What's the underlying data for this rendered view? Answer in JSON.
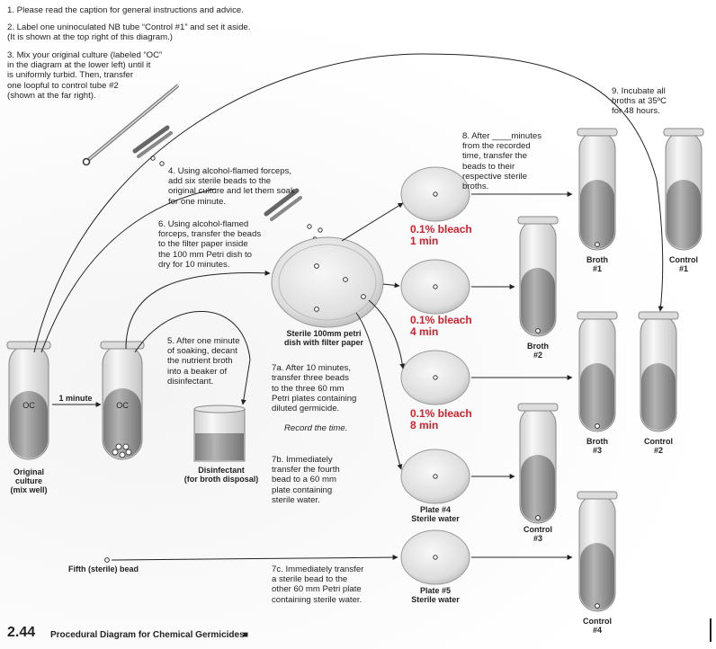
{
  "steps": {
    "s1": "1. Please read the caption for general instructions and advice.",
    "s2": "2. Label one uninoculated NB tube “Control #1” and set it aside.\n    (It is shown at the top right of this diagram.)",
    "s3": "3. Mix your original culture (labeled “OC”\n    in the diagram at the lower left) until it\n    is uniformly turbid. Then, transfer\n    one loopful to control tube #2\n    (shown at the far right).",
    "s4": "4. Using alcohol-flamed forceps,\n    add six sterile beads to the\n    original culture and let them soak\n    for one minute.",
    "s5": "5. After one minute\n    of soaking, decant\n    the nutrient broth\n    into a beaker of\n    disinfectant.",
    "s6": "6. Using alcohol-flamed\n    forceps, transfer the beads\n    to the filter paper inside\n    the 100 mm Petri dish to\n    dry for 10 minutes.",
    "s7a_main": "7a. After 10 minutes,\n      transfer three beads\n      to the three 60 mm\n      Petri plates containing\n      diluted germicide.",
    "s7a_italic": "Record the time.",
    "s7b": "7b. Immediately\n      transfer the fourth\n      bead to a 60 mm\n      plate containing\n      sterile water.",
    "s7c": "7c. Immediately transfer\n      a sterile bead to the\n      other 60 mm Petri plate\n      containing sterile water.",
    "s8": "8. After ____minutes\n    from the recorded\n    time, transfer the\n    beads to their\n    respective sterile\n    broths.",
    "s9": "9. Incubate all\n    broths at 35ºC\n    for 48 hours."
  },
  "labels": {
    "oc_left": "OC",
    "oc_right": "OC",
    "one_minute": "1 minute",
    "original_culture": "Original\nculture\n(mix well)",
    "disinfectant": "Disinfectant\n(for broth disposal)",
    "sterile_dish": "Sterile 100mm petri\ndish with filter paper",
    "bleach1": "0.1% bleach\n1 min",
    "bleach2": "0.1% bleach\n4 min",
    "bleach3": "0.1% bleach\n8 min",
    "plate4": "Plate #4\nSterile water",
    "plate5": "Plate #5\nSterile water",
    "fifth_bead": "Fifth (sterile) bead",
    "broth1": "Broth\n#1",
    "control1": "Control\n#1",
    "broth2": "Broth\n#2",
    "broth3": "Broth\n#3",
    "control2": "Control\n#2",
    "control3": "Control\n#3",
    "control4": "Control\n#4"
  },
  "figure": {
    "number": "2.44",
    "title": "Procedural Diagram for Chemical Germicides",
    "mark": "■"
  },
  "colors": {
    "bleach_text": "#d3202d",
    "broth_fill": "#9a9a9a",
    "glass": "#e6e6e6"
  }
}
